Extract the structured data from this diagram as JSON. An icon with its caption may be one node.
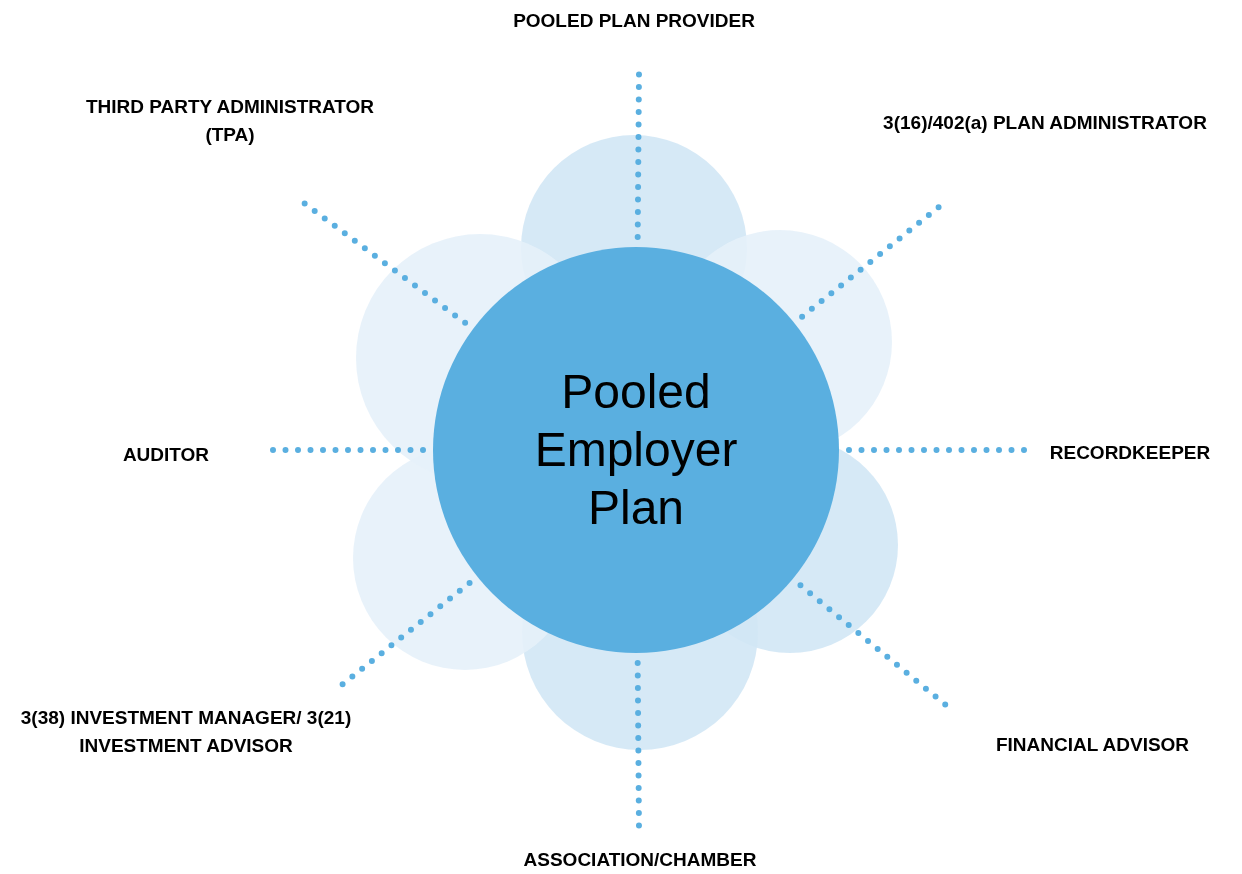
{
  "diagram": {
    "nodes": [
      {
        "text": [
          "Pooled Employer Plan"
        ]
      },
      {
        "text": [
          "POOLED PLAN PROVIDER"
        ]
      },
      {
        "text": [
          "3(16)/402(a) PLAN ADMINISTRATOR"
        ]
      },
      {
        "text": [
          "RECORDKEEPER"
        ]
      },
      {
        "text": [
          "FINANCIAL ADVISOR"
        ]
      },
      {
        "text": [
          "ASSOCIATION/CHAMBER"
        ]
      },
      {
        "text": [
          "3(38) INVESTMENT MANAGER/ 3(21) INVESTMENT ADVISOR"
        ]
      },
      {
        "text": [
          "AUDITOR"
        ]
      },
      {
        "text": [
          "THIRD PARTY ADMINISTRATOR (TPA)"
        ]
      }
    ],
    "edges": [
      {
        "from": 0,
        "to": 1,
        "arrow": "none",
        "style": "dashed"
      },
      {
        "from": 0,
        "to": 2,
        "arrow": "none",
        "style": "dashed"
      },
      {
        "from": 0,
        "to": 3,
        "arrow": "none",
        "style": "dashed"
      },
      {
        "from": 0,
        "to": 4,
        "arrow": "none",
        "style": "dashed"
      },
      {
        "from": 0,
        "to": 5,
        "arrow": "none",
        "style": "dashed"
      },
      {
        "from": 0,
        "to": 6,
        "arrow": "none",
        "style": "dashed"
      },
      {
        "from": 0,
        "to": 7,
        "arrow": "none",
        "style": "dashed"
      },
      {
        "from": 0,
        "to": 8,
        "arrow": "none",
        "style": "dashed"
      }
    ]
  }
}
